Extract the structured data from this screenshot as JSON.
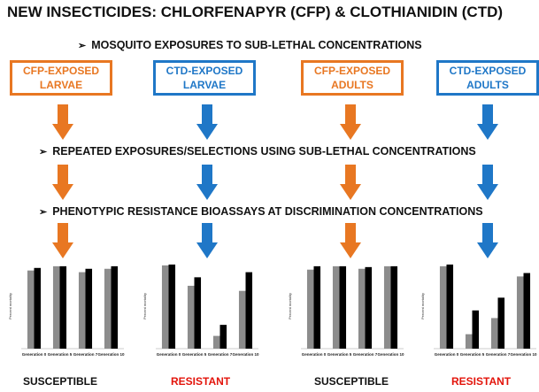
{
  "title": "NEW INSECTICIDES: CHLORFENAPYR (CFP) & CLOTHIANIDIN (CTD)",
  "steps": {
    "s1": "MOSQUITO EXPOSURES TO SUB-LETHAL CONCENTRATIONS",
    "s2": "REPEATED EXPOSURES/SELECTIONS USING SUB-LETHAL CONCENTRATIONS",
    "s3": "PHENOTYPIC RESISTANCE BIOASSAYS AT DISCRIMINATION CONCENTRATIONS",
    "marker": "➢"
  },
  "groups": [
    {
      "line1": "CFP-EXPOSED",
      "line2": "LARVAE",
      "color": "#e87722",
      "verdict": "SUSCEPTIBLE"
    },
    {
      "line1": "CTD-EXPOSED",
      "line2": "LARVAE",
      "color": "#1f77c7",
      "verdict": "RESISTANT"
    },
    {
      "line1": "CFP-EXPOSED",
      "line2": "ADULTS",
      "color": "#e87722",
      "verdict": "SUSCEPTIBLE"
    },
    {
      "line1": "CTD-EXPOSED",
      "line2": "ADULTS",
      "color": "#1f77c7",
      "verdict": "RESISTANT"
    }
  ],
  "colors": {
    "orange": "#e87722",
    "blue": "#1f77c7",
    "resistant": "#e3140b",
    "bar_gray": "#8c8c8c",
    "bar_black": "#000000"
  },
  "chart_data": [
    {
      "type": "bar",
      "ylabel": "Percent mortality",
      "ylim": [
        0,
        100
      ],
      "categories": [
        "Generation 0",
        "Generation 5",
        "Generation 7",
        "Generation 10"
      ],
      "series": [
        {
          "values": [
            92,
            97,
            90,
            94
          ]
        },
        {
          "values": [
            95,
            97,
            94,
            97
          ]
        }
      ]
    },
    {
      "type": "bar",
      "ylabel": "Percent mortality",
      "ylim": [
        0,
        100
      ],
      "categories": [
        "Generation 0",
        "Generation 5",
        "Generation 7",
        "Generation 10"
      ],
      "series": [
        {
          "values": [
            98,
            74,
            15,
            68
          ]
        },
        {
          "values": [
            99,
            84,
            28,
            90
          ]
        }
      ]
    },
    {
      "type": "bar",
      "ylabel": "Percent mortality",
      "ylim": [
        0,
        100
      ],
      "categories": [
        "Generation 0",
        "Generation 5",
        "Generation 7",
        "Generation 10"
      ],
      "series": [
        {
          "values": [
            93,
            97,
            94,
            97
          ]
        },
        {
          "values": [
            97,
            97,
            96,
            97
          ]
        }
      ]
    },
    {
      "type": "bar",
      "ylabel": "Percent mortality",
      "ylim": [
        0,
        100
      ],
      "categories": [
        "Generation 0",
        "Generation 5",
        "Generation 7",
        "Generation 10"
      ],
      "series": [
        {
          "values": [
            97,
            17,
            36,
            85
          ]
        },
        {
          "values": [
            99,
            45,
            60,
            89
          ]
        }
      ]
    }
  ]
}
